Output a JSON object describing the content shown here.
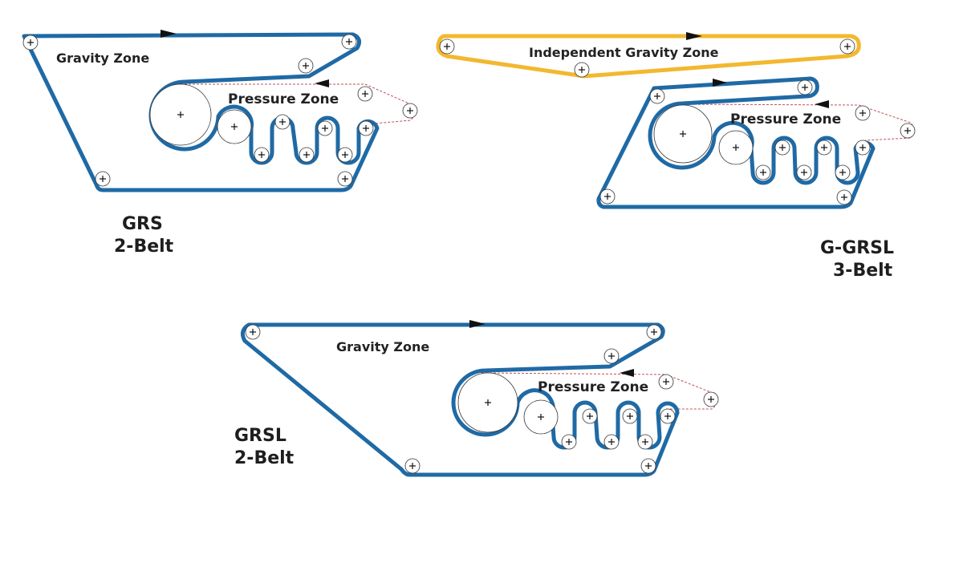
{
  "diagrams": [
    {
      "id": "grs",
      "name_line1": "GRS",
      "name_line2": "2-Belt",
      "gravity_zone_label": "Gravity Zone",
      "pressure_zone_label": "Pressure Zone"
    },
    {
      "id": "g-grsl",
      "name_line1": "G-GRSL",
      "name_line2": "3-Belt",
      "independent_zone_label": "Independent Gravity Zone",
      "pressure_zone_label": "Pressure Zone"
    },
    {
      "id": "grsl",
      "name_line1": "GRSL",
      "name_line2": "2-Belt",
      "gravity_zone_label": "Gravity Zone",
      "pressure_zone_label": "Pressure Zone"
    }
  ],
  "colors": {
    "main_belt": "#1f6aa5",
    "independent_belt": "#f2b82f",
    "inner_belt_dashed": "#c0505a"
  }
}
